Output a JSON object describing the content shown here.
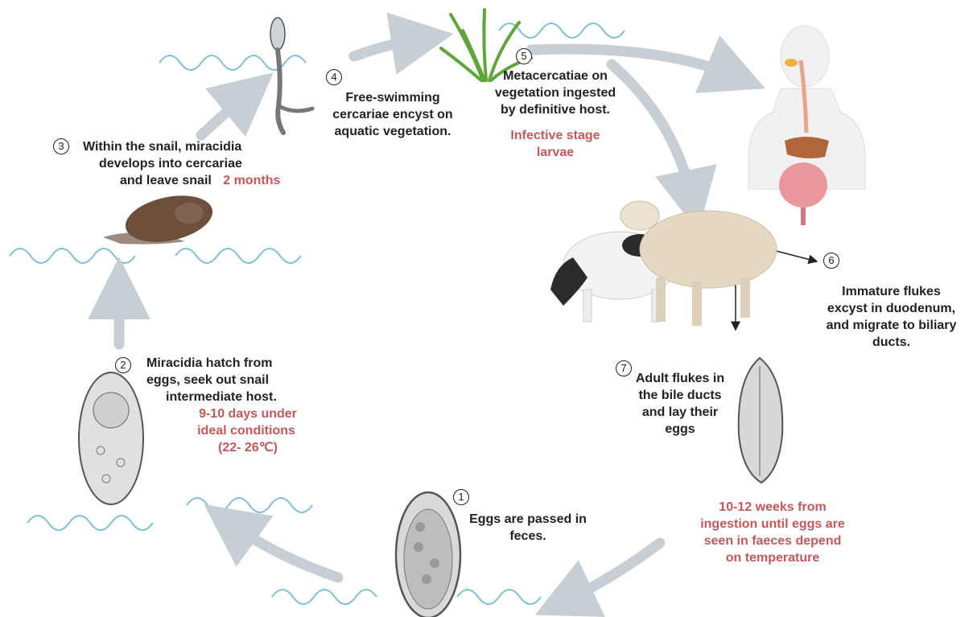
{
  "steps": [
    {
      "num": "1",
      "lines": [
        "Eggs are passed in",
        "feces."
      ]
    },
    {
      "num": "2",
      "lines": [
        "Miracidia hatch from",
        "eggs, seek out snail",
        "intermediate host."
      ],
      "note": [
        "9-10 days under",
        "ideal conditions",
        "(22- 26℃)"
      ]
    },
    {
      "num": "3",
      "lines": [
        "Within the snail, miracidia",
        "develops into cercariae",
        "and leave snail"
      ],
      "note": [
        "2 months"
      ]
    },
    {
      "num": "4",
      "lines": [
        "Free-swimming",
        "cercariae encyst on",
        "aquatic vegetation."
      ]
    },
    {
      "num": "5",
      "lines": [
        "Metacercatiae on",
        "vegetation ingested",
        "by definitive host."
      ],
      "note": [
        "Infective stage",
        "larvae"
      ]
    },
    {
      "num": "6",
      "lines": [
        "Immature flukes",
        "excyst in duodenum,",
        "and migrate to biliary",
        "ducts."
      ]
    },
    {
      "num": "7",
      "lines": [
        "Adult flukes in",
        "the bile ducts",
        "and lay their",
        "eggs"
      ]
    }
  ],
  "timing_note": [
    "10-12 weeks from",
    "ingestion until eggs are",
    "seen in faeces depend",
    "on temperature"
  ],
  "colors": {
    "text": "#222222",
    "note": "#c9575a",
    "water": "#7ec3d8",
    "arrow": "#c7cfd4"
  }
}
